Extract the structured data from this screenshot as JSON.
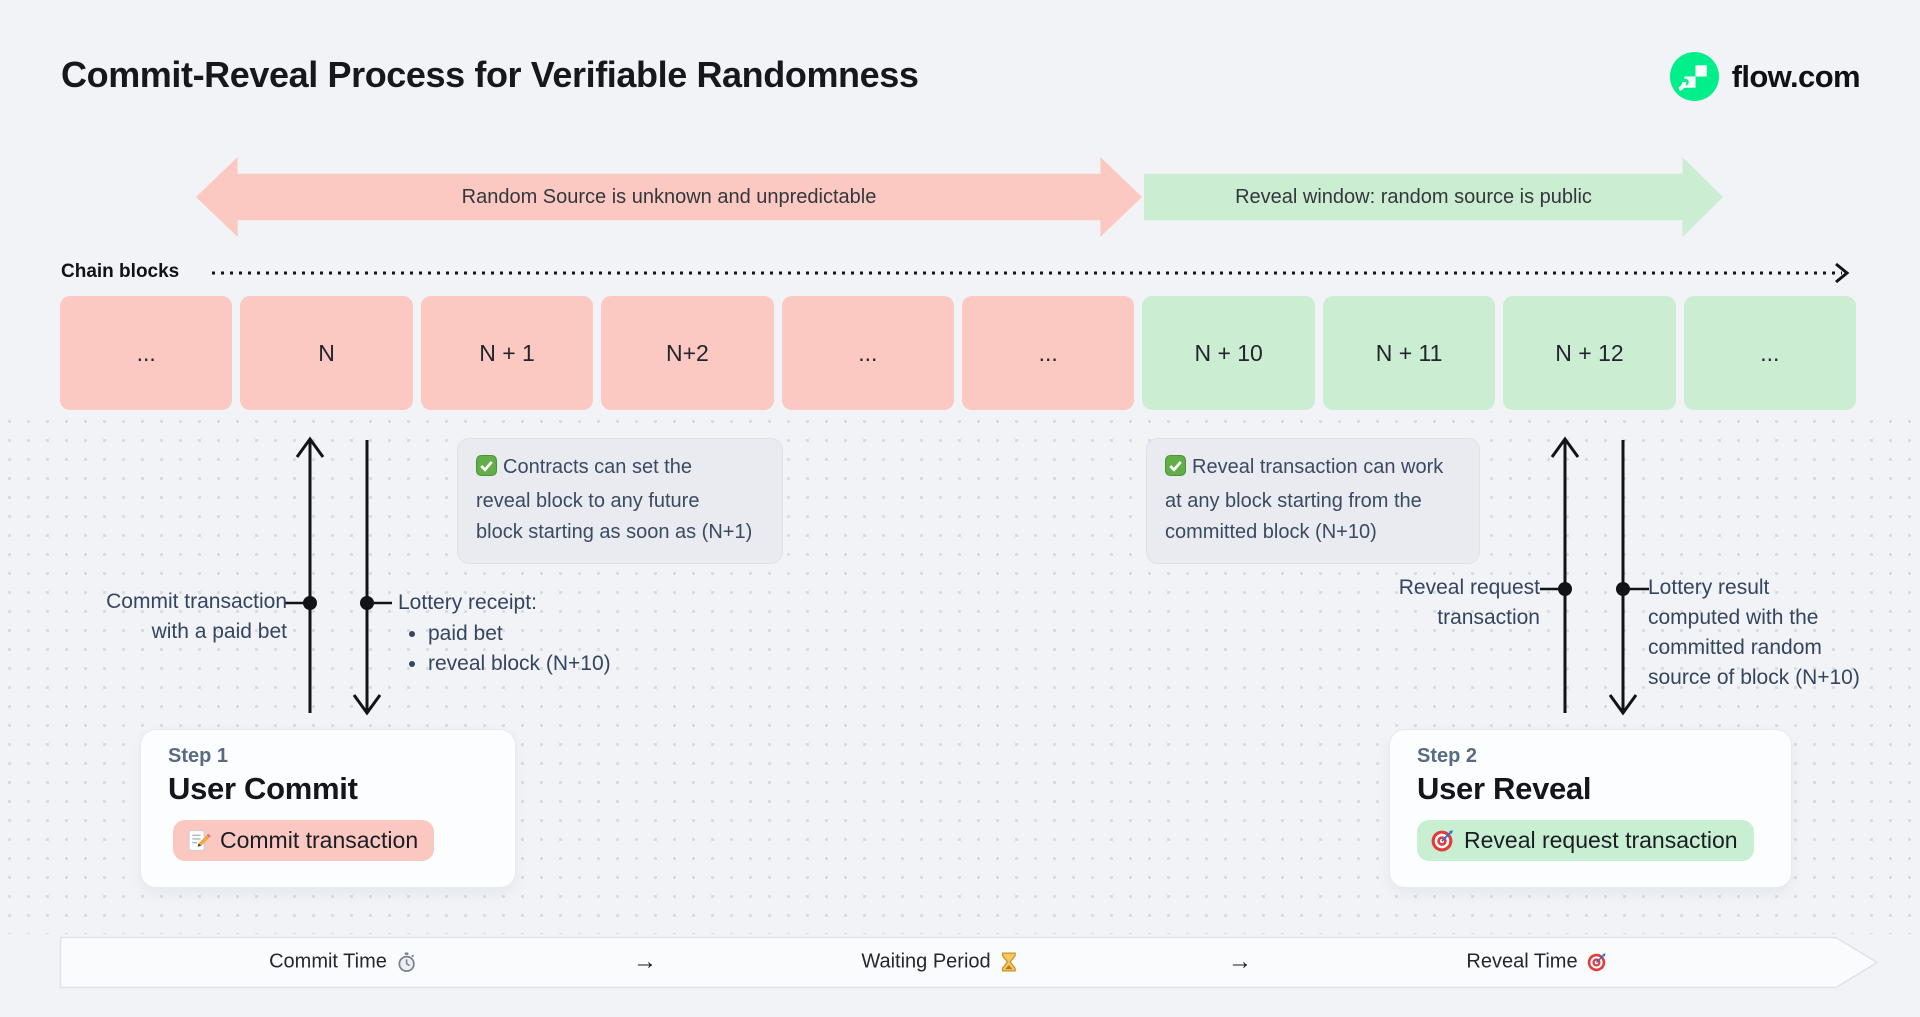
{
  "header": {
    "title": "Commit-Reveal Process for Verifiable Randomness",
    "brand": "flow.com",
    "brand_icon": "flow-logo-icon"
  },
  "bands": {
    "unknown_label": "Random Source is unknown and unpredictable",
    "reveal_label": "Reveal window: random source is public"
  },
  "chain": {
    "label": "Chain blocks",
    "blocks": [
      {
        "label": "...",
        "phase": "commit"
      },
      {
        "label": "N",
        "phase": "commit"
      },
      {
        "label": "N + 1",
        "phase": "commit"
      },
      {
        "label": "N+2",
        "phase": "commit"
      },
      {
        "label": "...",
        "phase": "commit"
      },
      {
        "label": "...",
        "phase": "commit"
      },
      {
        "label": "N + 10",
        "phase": "reveal"
      },
      {
        "label": "N + 11",
        "phase": "reveal"
      },
      {
        "label": "N + 12",
        "phase": "reveal"
      },
      {
        "label": "...",
        "phase": "reveal"
      }
    ]
  },
  "notes": {
    "left": {
      "icon": "check-icon",
      "lines": [
        "Contracts can set the",
        "reveal block to any future",
        "block starting as soon as (N+1)"
      ]
    },
    "right": {
      "icon": "check-icon",
      "lines": [
        "Reveal transaction can work",
        "at any block starting from the",
        "committed block (N+10)"
      ]
    }
  },
  "annotations": {
    "commit": {
      "lines": [
        "Commit transaction",
        "with a paid bet"
      ]
    },
    "receipt": {
      "title": "Lottery receipt:",
      "bullets": [
        "paid bet",
        "reveal block (N+10)"
      ]
    },
    "reveal_request": {
      "lines": [
        "Reveal request",
        "transaction"
      ]
    },
    "lottery_result": {
      "lines": [
        "Lottery result",
        "computed with the",
        "committed random",
        "source of block (N+10)"
      ]
    }
  },
  "steps": {
    "commit": {
      "kicker": "Step 1",
      "title": "User Commit",
      "badge": "Commit transaction",
      "icon": "memo-icon"
    },
    "reveal": {
      "kicker": "Step 2",
      "title": "User Reveal",
      "badge": "Reveal request transaction",
      "icon": "target-icon"
    }
  },
  "timeline": {
    "commit_label": "Commit Time",
    "commit_icon": "stopwatch-icon",
    "arrow1": "→",
    "waiting_label": "Waiting Period",
    "waiting_icon": "hourglass-icon",
    "arrow2": "→",
    "reveal_label": "Reveal Time",
    "reveal_icon": "target-icon"
  },
  "colors": {
    "background": "#F1F3F6",
    "commit_pink": "#FCC9C2",
    "reveal_green": "#CBEDD2",
    "flow_green": "#00EF8B",
    "note_bg": "#E9EBF1",
    "ink": "#15171C",
    "slate_text": "#35455F"
  }
}
